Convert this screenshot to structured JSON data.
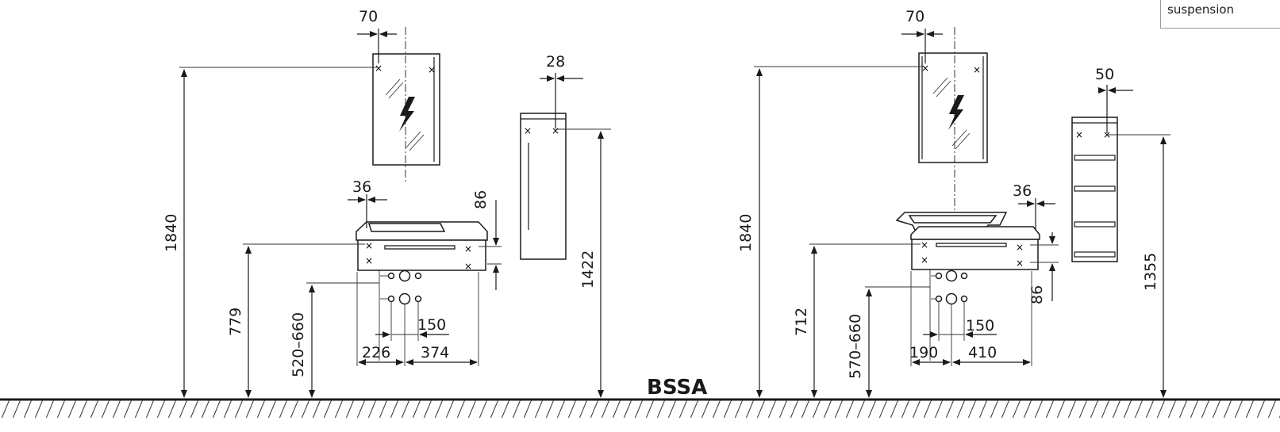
{
  "title": "BSSA",
  "note": "suspension",
  "left": {
    "mirror_width": "70",
    "shelf_depth": "28",
    "basin_depth": "36",
    "top_thickness": "86",
    "mirror_height": "1840",
    "cabinet_height": "1422",
    "basin_height": "779",
    "pipe_height": "520–660",
    "pipe_spacing": "150",
    "drain_left": "226",
    "drain_right": "374"
  },
  "right": {
    "mirror_width": "70",
    "shelf_depth": "50",
    "basin_depth": "36",
    "top_thickness": "86",
    "mirror_height": "1840",
    "shelf_height": "1355",
    "basin_height": "712",
    "pipe_height": "570–660",
    "pipe_spacing": "150",
    "drain_left": "190",
    "drain_right": "410"
  }
}
